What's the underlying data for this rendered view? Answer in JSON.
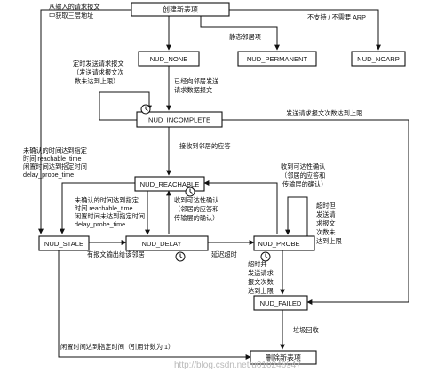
{
  "states": {
    "create": "创建新表项",
    "none": "NUD_NONE",
    "permanent": "NUD_PERMANENT",
    "noarp": "NUD_NOARP",
    "incomplete": "NUD_INCOMPLETE",
    "reachable": "NUD_REACHABLE",
    "stale": "NUD_STALE",
    "delay": "NUD_DELAY",
    "probe": "NUD_PROBE",
    "failed": "NUD_FAILED",
    "delete": "删除新表项"
  },
  "labels": {
    "from_input_1": "从输入的请求报文",
    "from_input_2": "中获取三层地址",
    "no_arp": "不支持 / 不需要 ARP",
    "static_neigh": "静态邻居项",
    "timer_send_1": "定时发送请求报文",
    "timer_send_2": "（发送请求报文次",
    "timer_send_3": "数未达到上限）",
    "sent_req_1": "已经向邻居发送",
    "sent_req_2": "请求数据报文",
    "max_sent": "发送请求报文次数达到上限",
    "got_reply": "接收到邻居的应答",
    "unconfirmed_1": "未确认的时间达到指定",
    "unconfirmed_2": "时间 reachable_time",
    "unconfirmed_3": "闲置时间达到指定时间",
    "unconfirmed_4": "delay_probe_time",
    "conf_probe_1": "收到可达性确认",
    "conf_probe_2": "（邻居的应答和",
    "conf_probe_3": "传输层的确认）",
    "unconf_delay_1": "未确认的时间达到指定",
    "unconf_delay_2": "时间 reachable_time",
    "unconf_delay_3": "闲置时间未达到指定时间",
    "unconf_delay_4": "delay_probe_time",
    "conf_delay_1": "收到可达性确认",
    "conf_delay_2": "（邻居的应答和",
    "conf_delay_3": "传输层的确认）",
    "timeout_1": "超时但",
    "timeout_2": "发送请",
    "timeout_3": "求报文",
    "timeout_4": "次数未",
    "timeout_5": "达到上限",
    "has_output": "有报文输出给该邻居",
    "delay_timeout": "延迟超时",
    "timeout_max_1": "超时并",
    "timeout_max_2": "发送请求",
    "timeout_max_3": "报文次数",
    "timeout_max_4": "达到上限",
    "gc": "垃圾回收",
    "idle_gc": "闲置时间达到指定时间（引用计数为 1）"
  },
  "watermark": "http://blog.csdn.net/u010246947"
}
